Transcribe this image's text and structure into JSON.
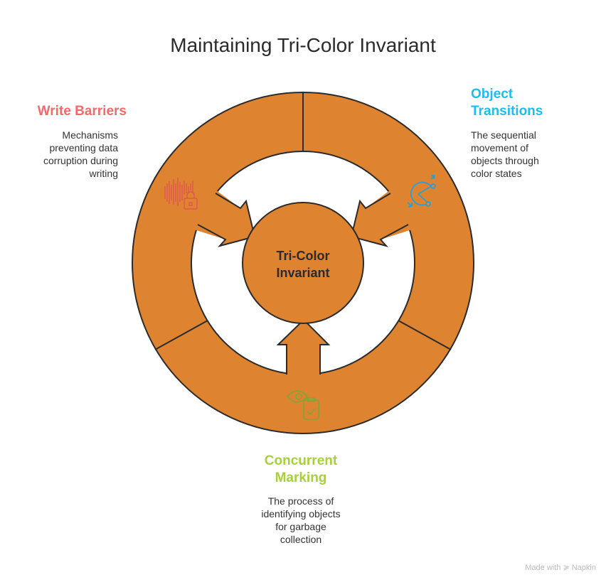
{
  "title": "Maintaining Tri-Color Invariant",
  "center": {
    "line1": "Tri-Color",
    "line2": "Invariant"
  },
  "sections": [
    {
      "heading": "Write Barriers",
      "description_lines": [
        "Mechanisms",
        "preventing data",
        "corruption during",
        "writing"
      ],
      "color": "#F26B6B",
      "icon": "sound-wave-lock-icon"
    },
    {
      "heading_lines": [
        "Object",
        "Transitions"
      ],
      "description_lines": [
        "The sequential",
        "movement of",
        "objects through",
        "color states"
      ],
      "color": "#1DBDF0",
      "icon": "cycle-transition-icon"
    },
    {
      "heading_lines": [
        "Concurrent",
        "Marking"
      ],
      "description_lines": [
        "The process of",
        "identifying objects",
        "for garbage",
        "collection"
      ],
      "color": "#A6D13A",
      "icon": "eye-clipboard-icon"
    }
  ],
  "colors": {
    "ring": "#DE8431",
    "stroke": "#2b2b2b"
  },
  "watermark": "Made with ≽ Napkin"
}
